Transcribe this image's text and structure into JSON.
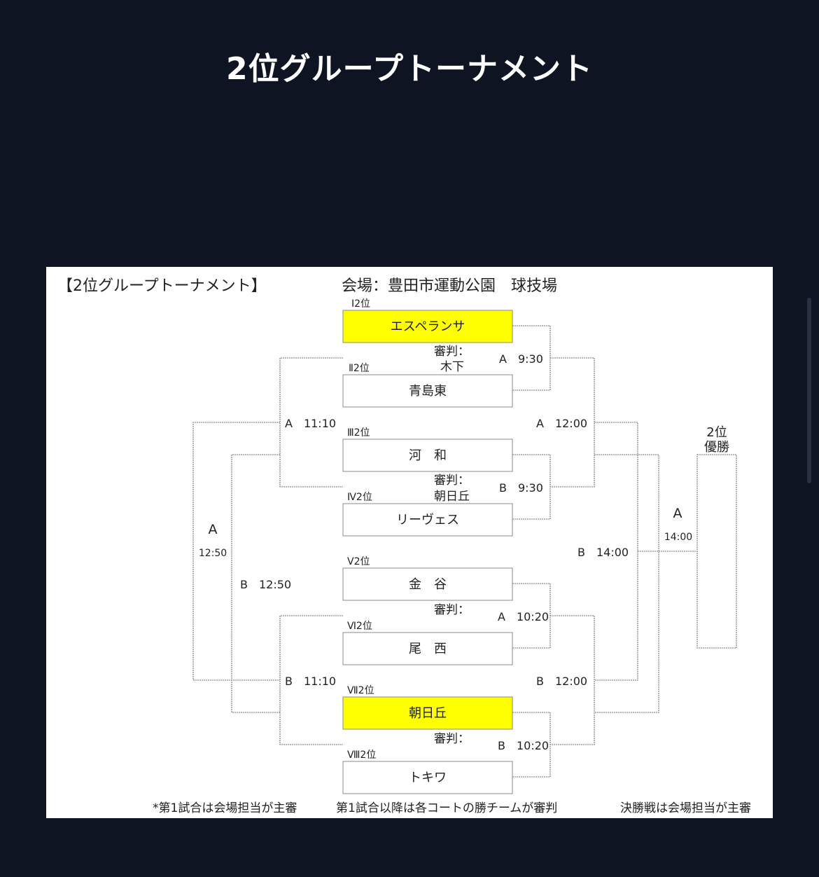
{
  "page": {
    "title": "2位グループトーナメント"
  },
  "bracket": {
    "header_title": "【2位グループトーナメント】",
    "venue": "会場：豊田市運動公園　球技場",
    "teams": [
      {
        "seed": "Ⅰ2位",
        "name": "エスペランサ",
        "highlight": true
      },
      {
        "seed": "Ⅱ2位",
        "name": "青島東",
        "highlight": false
      },
      {
        "seed": "Ⅲ2位",
        "name": "河　和",
        "highlight": false
      },
      {
        "seed": "Ⅳ2位",
        "name": "リーヴェス",
        "highlight": false
      },
      {
        "seed": "Ⅴ2位",
        "name": "金　谷",
        "highlight": false
      },
      {
        "seed": "Ⅵ2位",
        "name": "尾　西",
        "highlight": false
      },
      {
        "seed": "Ⅶ2位",
        "name": "朝日丘",
        "highlight": true
      },
      {
        "seed": "Ⅷ2位",
        "name": "トキワ",
        "highlight": false
      }
    ],
    "referees": [
      {
        "label": "審判：",
        "name": "木下"
      },
      {
        "label": "審判：",
        "name": "朝日丘"
      },
      {
        "label": "審判：",
        "name": ""
      },
      {
        "label": "審判：",
        "name": ""
      }
    ],
    "matches": {
      "r1_1": "A　9:30",
      "r1_2": "B　9:30",
      "r1_3": "A　10:20",
      "r1_4": "B　10:20",
      "r2_upper": "A　12:00",
      "r2_lower": "B　12:00",
      "semi_right": "B　14:00",
      "final_court": "A",
      "final_time": "14:00",
      "left_upper": "A　11:10",
      "left_lower": "B　11:10",
      "left_semi": "B　12:50",
      "left_final_court": "A",
      "left_final_time": "12:50"
    },
    "champion": {
      "label_line1": "2位",
      "label_line2": "優勝"
    },
    "footnotes": {
      "first": "*第1試合は会場担当が主審",
      "second": "第1試合以降は各コートの勝チームが審判",
      "third": "決勝戦は会場担当が主審"
    },
    "colors": {
      "highlight": "#ffff00",
      "line": "#888888"
    }
  }
}
